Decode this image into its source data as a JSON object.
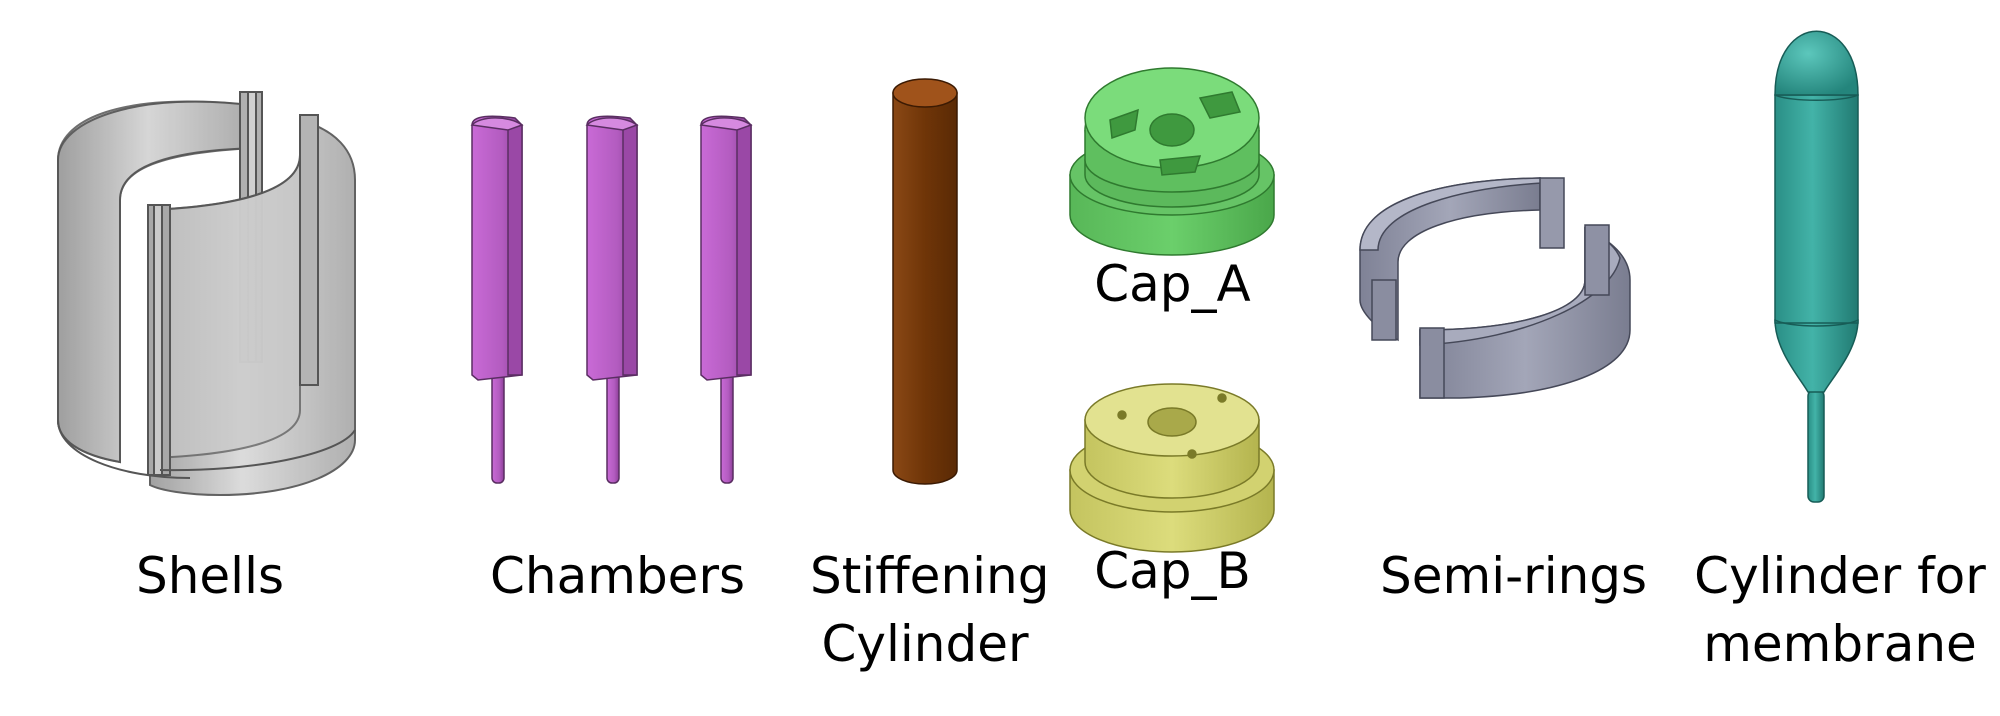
{
  "labels": {
    "shells": "Shells",
    "chambers": "Chambers",
    "stiffening_line1": "Stiffening",
    "stiffening_line2": "Cylinder",
    "cap_a": "Cap_A",
    "cap_b": "Cap_B",
    "semi_rings": "Semi-rings",
    "membrane_line1": "Cylinder for",
    "membrane_line2": "membrane"
  },
  "colors": {
    "shells": "#bdbdbd",
    "chambers": "#b35cc0",
    "stiffening": "#7a3d10",
    "cap_a": "#6acb6a",
    "cap_b": "#d8d878",
    "semi_rings": "#8e90a3",
    "membrane": "#2f9e94"
  }
}
